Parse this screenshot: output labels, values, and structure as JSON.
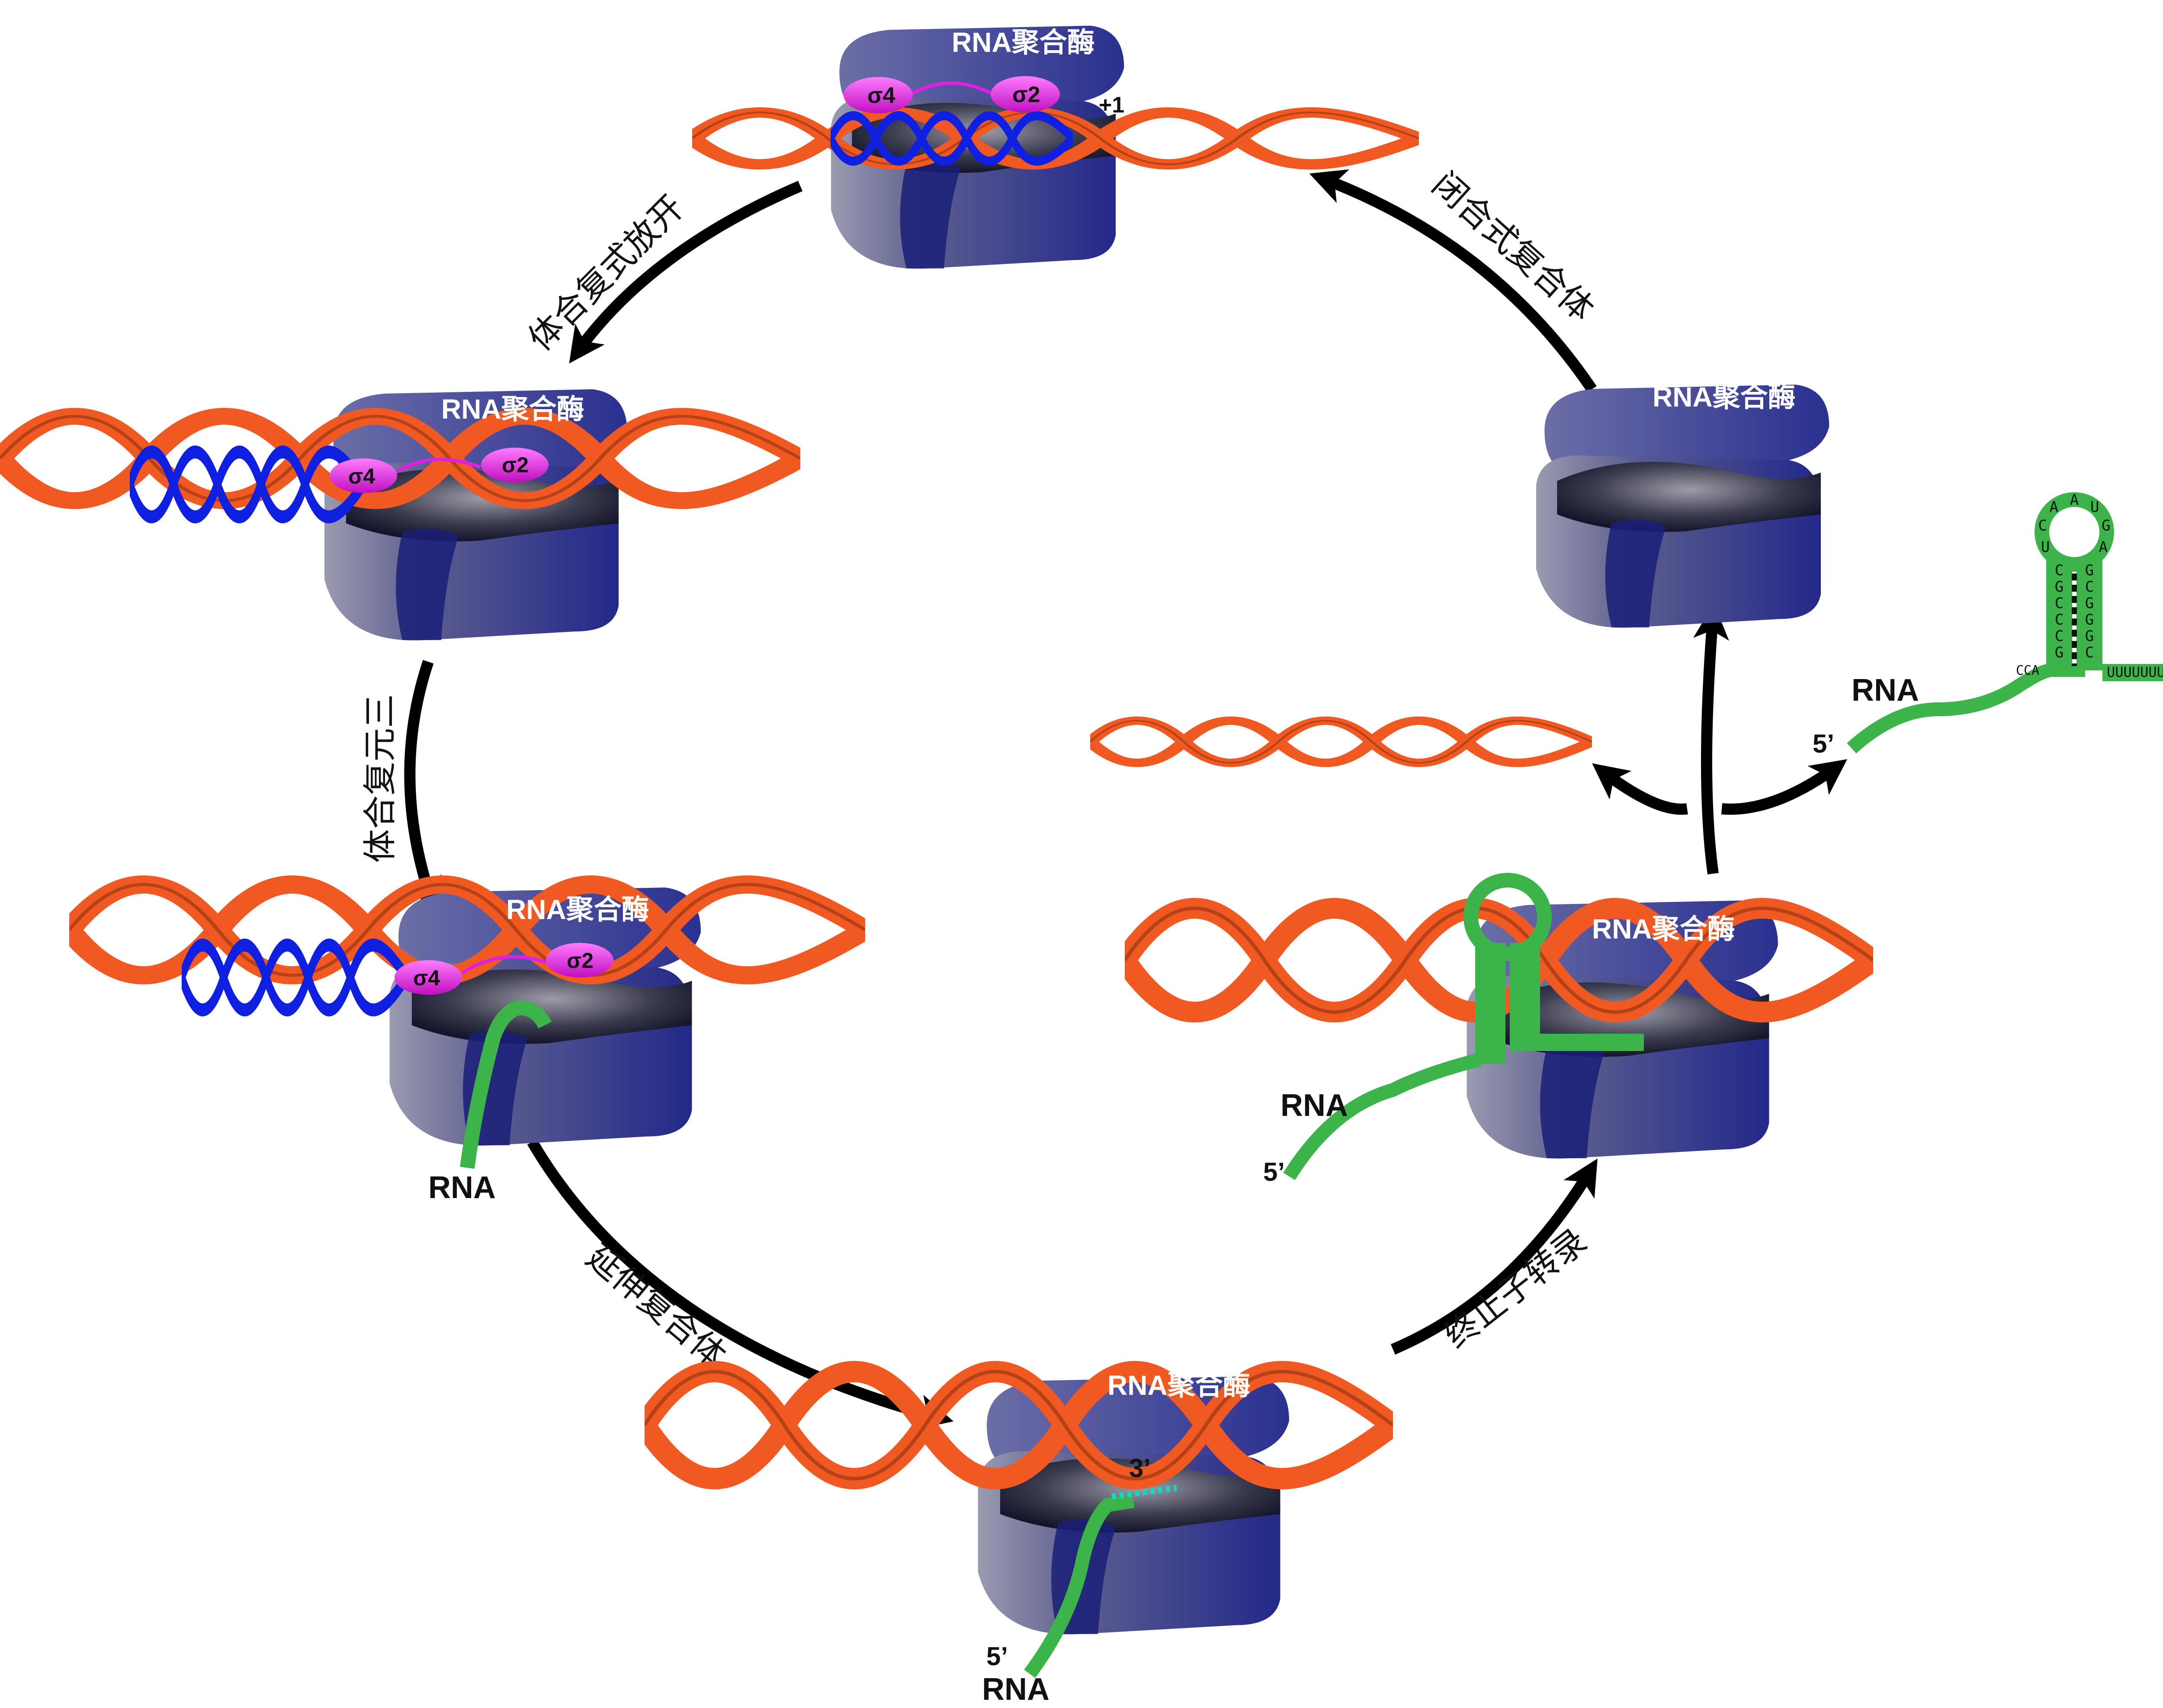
{
  "rnap_label": "RNA聚合酶",
  "rna_label": "RNA",
  "five_prime": "5’",
  "three_prime": "3’",
  "plus_one": "+1",
  "sigma4": "σ4",
  "sigma2": "σ2",
  "steps": {
    "closed_complex": "闭合式复合体",
    "open_complex": "体合复式放开",
    "ternary_complex": "体合复元三",
    "elongation_complex": "延伸复合体",
    "termination": "终止子转录"
  },
  "hairpin": {
    "loop": [
      "U",
      "C",
      "A",
      "A",
      "U",
      "G",
      "A"
    ],
    "stem_left": [
      "C",
      "G",
      "C",
      "C",
      "C",
      "G"
    ],
    "stem_right": [
      "G",
      "C",
      "G",
      "G",
      "G",
      "C"
    ],
    "cca": "CCA",
    "poly_u": "UUUUUUUU"
  },
  "colors": {
    "dna_strand": "#f05a22",
    "dna_bubble": "#1020e0",
    "rna": "#3cb44a",
    "polymerase_dark": "#1f2585",
    "polymerase_light": "#6e6fa8",
    "sigma": "#e020e0",
    "arrow": "#000000"
  }
}
